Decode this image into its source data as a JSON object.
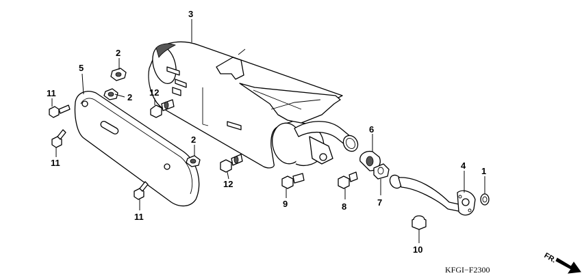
{
  "diagram": {
    "callouts": [
      {
        "id": "c3",
        "text": "3"
      },
      {
        "id": "c2a",
        "text": "2"
      },
      {
        "id": "c2b",
        "text": "2"
      },
      {
        "id": "c2c",
        "text": "2"
      },
      {
        "id": "c5",
        "text": "5"
      },
      {
        "id": "c11a",
        "text": "11"
      },
      {
        "id": "c11b",
        "text": "11"
      },
      {
        "id": "c11c",
        "text": "11"
      },
      {
        "id": "c12a",
        "text": "12"
      },
      {
        "id": "c12b",
        "text": "12"
      },
      {
        "id": "c6",
        "text": "6"
      },
      {
        "id": "c7",
        "text": "7"
      },
      {
        "id": "c8",
        "text": "8"
      },
      {
        "id": "c9",
        "text": "9"
      },
      {
        "id": "c4",
        "text": "4"
      },
      {
        "id": "c1",
        "text": "1"
      },
      {
        "id": "c10",
        "text": "10"
      }
    ],
    "diagram_code": "KFGI−F2300",
    "direction_label": "FR.",
    "colors": {
      "ink": "#000000",
      "paper": "#ffffff"
    },
    "icons": [
      "front-direction-arrow-icon"
    ]
  }
}
